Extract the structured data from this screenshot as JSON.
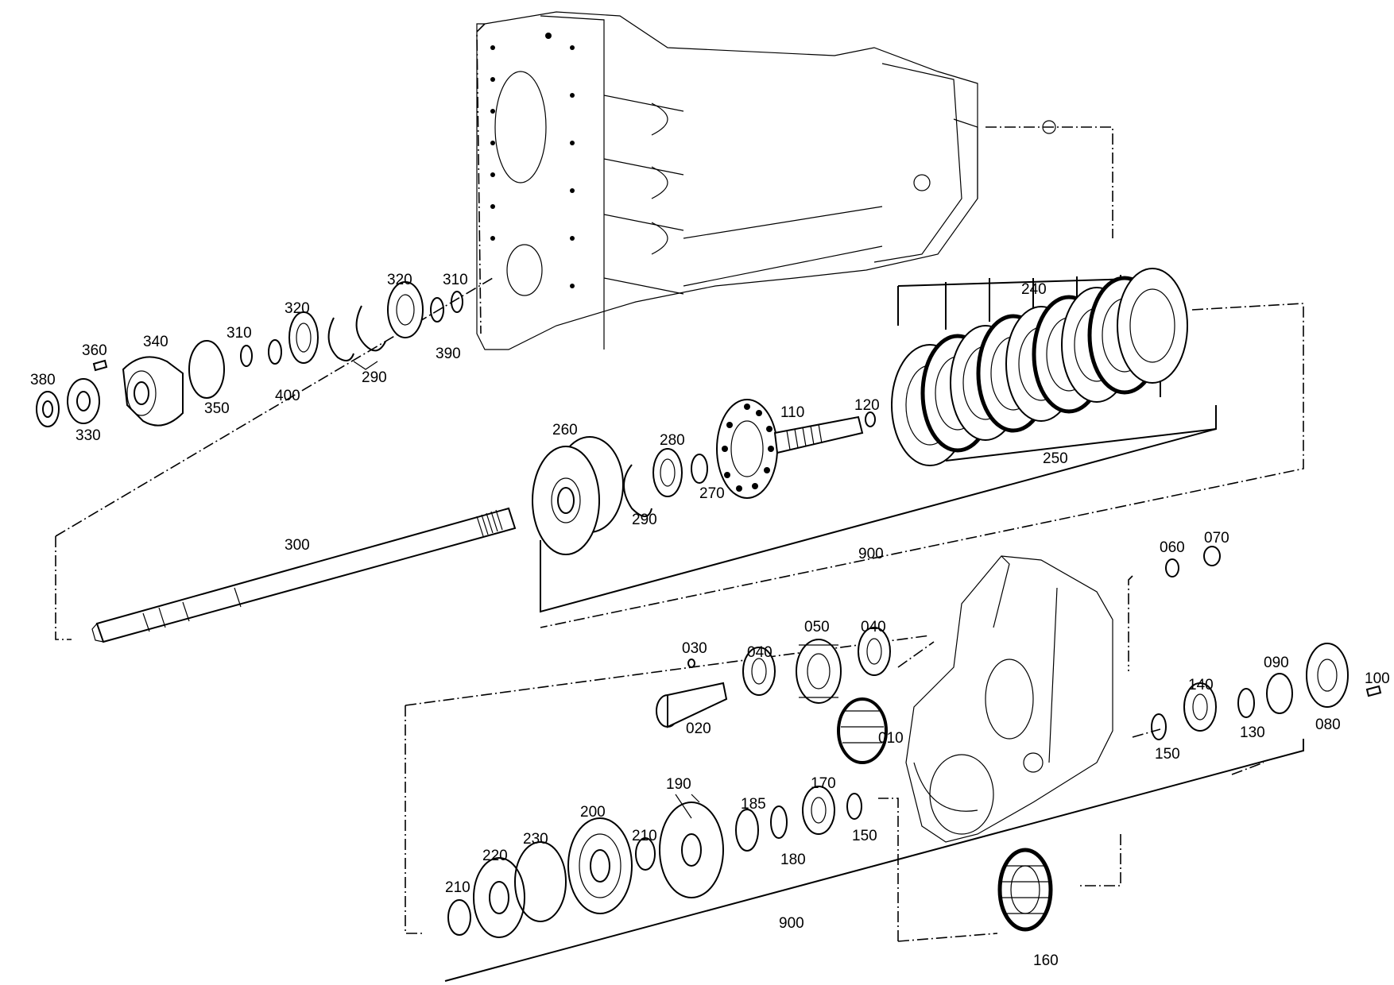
{
  "figure": "exploded parts diagram",
  "labels": {
    "p010": "010",
    "p020": "020",
    "p030": "030",
    "p040a": "040",
    "p040b": "040",
    "p050": "050",
    "p060": "060",
    "p070": "070",
    "p080": "080",
    "p090": "090",
    "p100": "100",
    "p110": "110",
    "p120": "120",
    "p130": "130",
    "p140": "140",
    "p150a": "150",
    "p150b": "150",
    "p160": "160",
    "p170": "170",
    "p180": "180",
    "p185": "185",
    "p190": "190",
    "p200": "200",
    "p210a": "210",
    "p210b": "210",
    "p220": "220",
    "p230": "230",
    "p240": "240",
    "p250": "250",
    "p260": "260",
    "p270": "270",
    "p280": "280",
    "p290a": "290",
    "p290b": "290",
    "p300": "300",
    "p310a": "310",
    "p310b": "310",
    "p320a": "320",
    "p320b": "320",
    "p330": "330",
    "p340": "340",
    "p350": "350",
    "p360": "360",
    "p380": "380",
    "p390": "390",
    "p400": "400",
    "p900a": "900",
    "p900b": "900"
  }
}
